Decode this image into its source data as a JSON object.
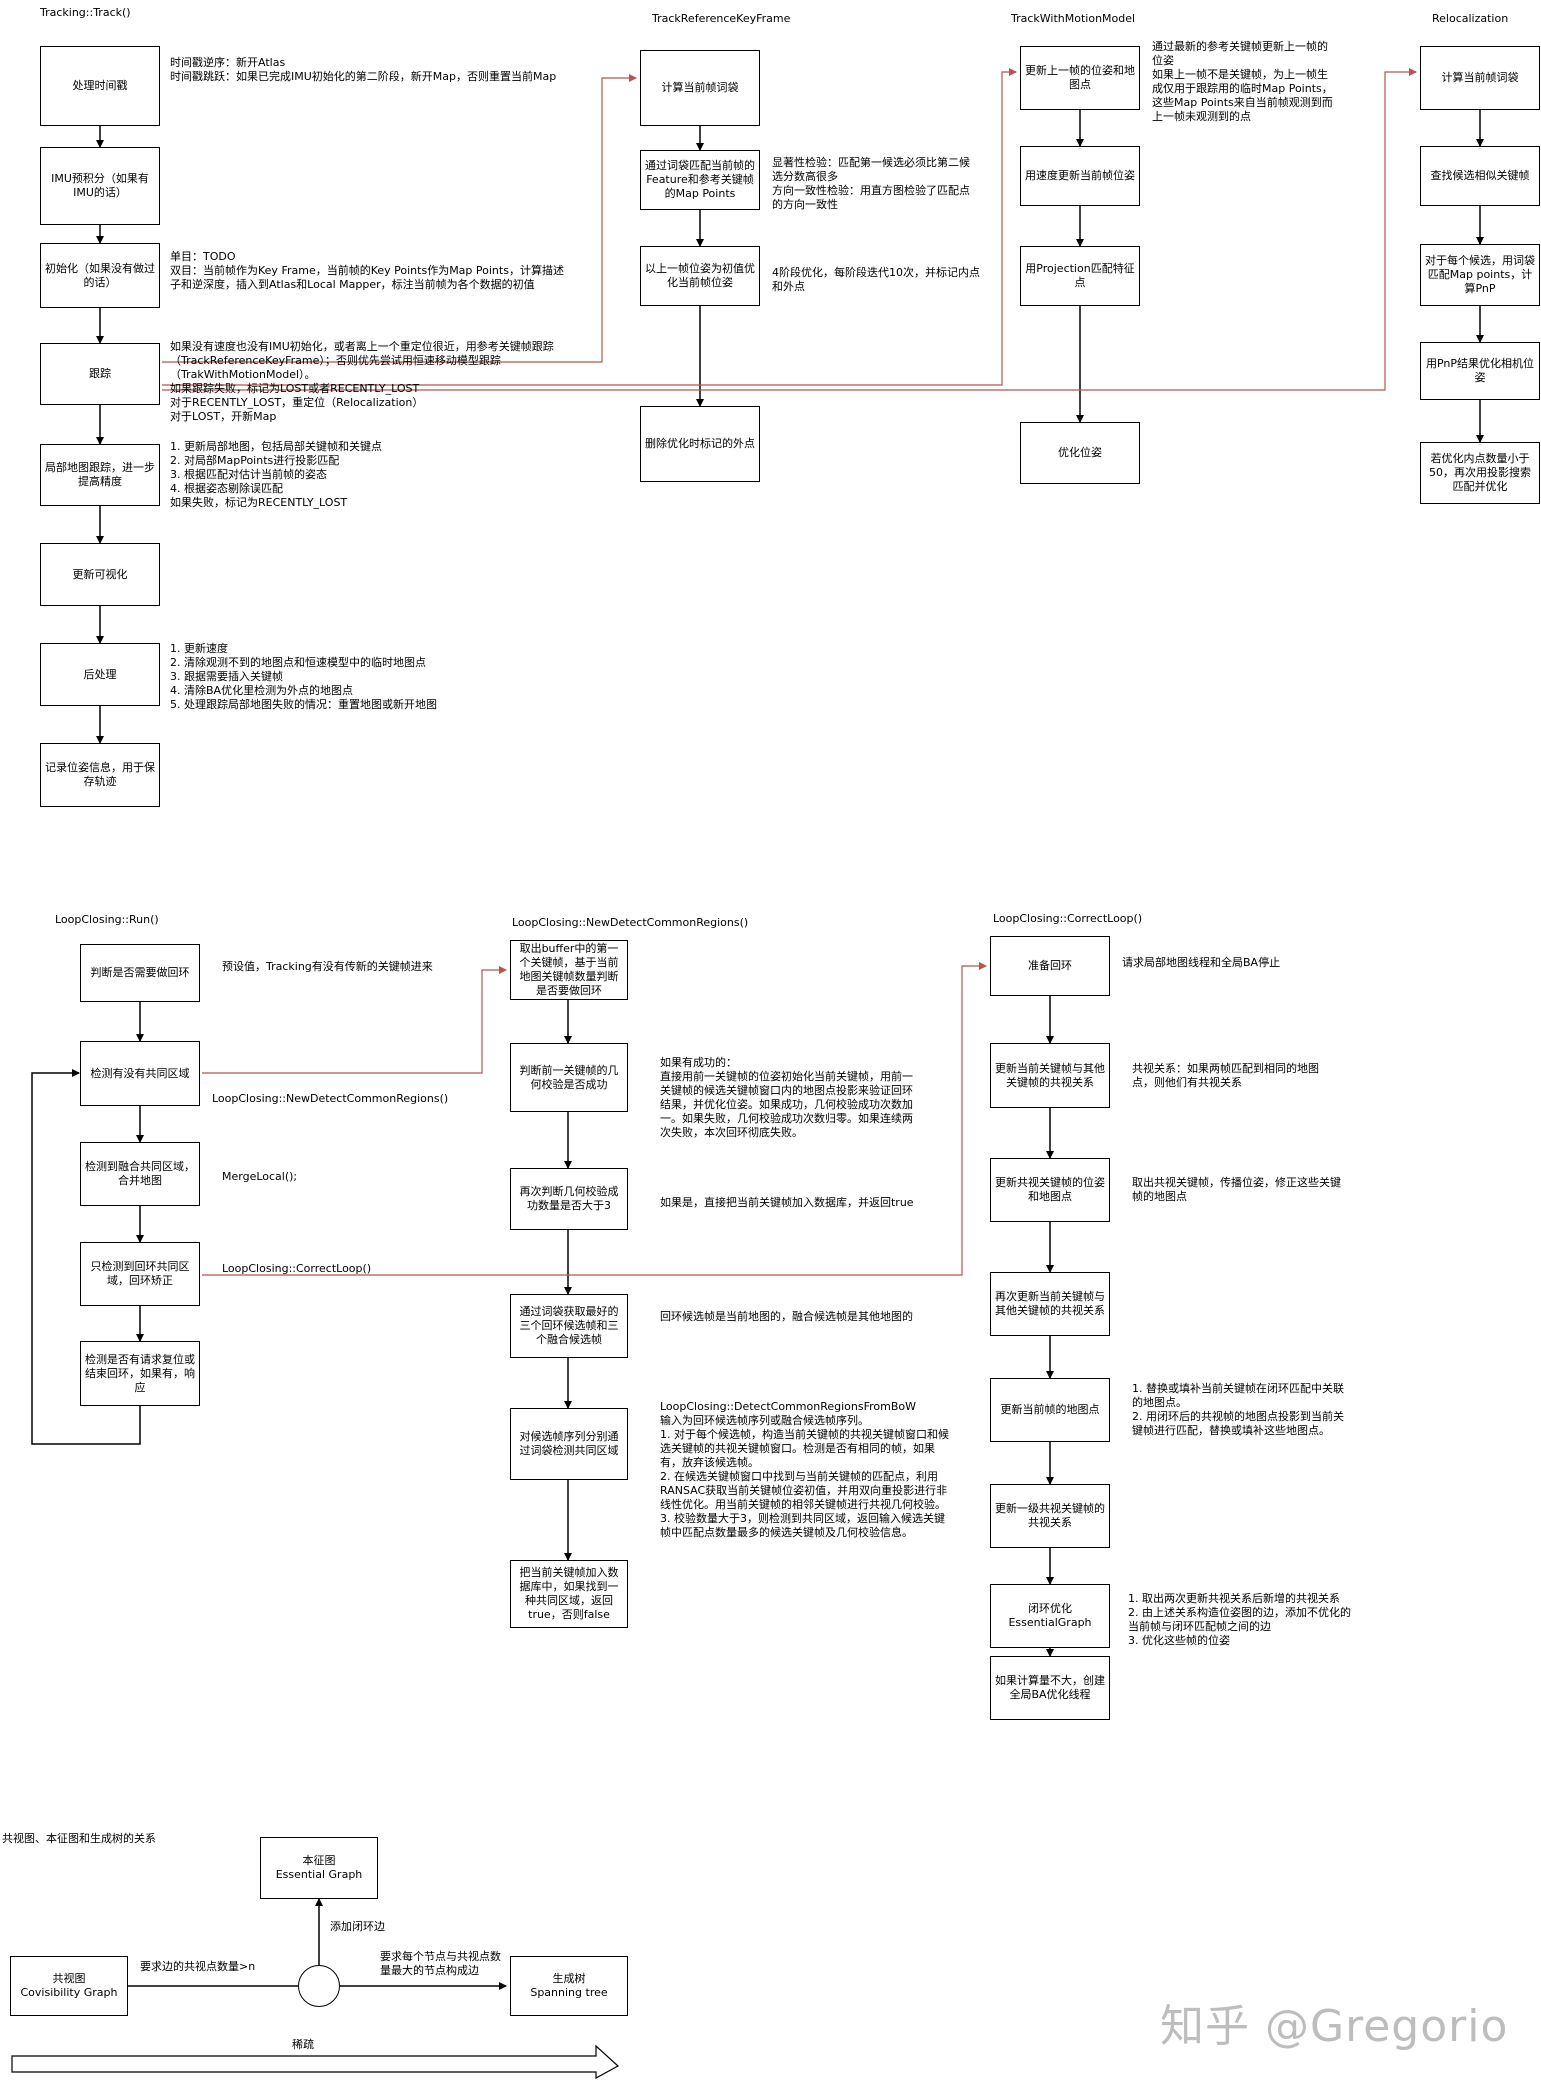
{
  "sections": {
    "tracking": "Tracking::Track()",
    "track_ref_kf": "TrackReferenceKeyFrame",
    "track_motion": "TrackWithMotionModel",
    "relocalization": "Relocalization",
    "loop_run": "LoopClosing::Run()",
    "loop_detect": "LoopClosing::NewDetectCommonRegions()",
    "loop_correct": "LoopClosing::CorrectLoop()",
    "graph_rel": "共视图、本征图和生成树的关系"
  },
  "tracking": {
    "boxes": [
      "处理时间戳",
      "IMU预积分（如果有IMU的话）",
      "初始化（如果没有做过的话）",
      "跟踪",
      "局部地图跟踪，进一步提高精度",
      "更新可视化",
      "后处理",
      "记录位姿信息，用于保存轨迹"
    ],
    "notes": {
      "timestamp": "时间戳逆序：新开Atlas\n时间戳跳跃：如果已完成IMU初始化的第二阶段，新开Map，否则重置当前Map",
      "init": "单目：TODO\n双目：当前帧作为Key Frame，当前帧的Key Points作为Map Points，计算描述子和逆深度，插入到Atlas和Local Mapper，标注当前帧为各个数据的初值",
      "track": "如果没有速度也没有IMU初始化，或者离上一个重定位很近，用参考关键帧跟踪（TrackReferenceKeyFrame）；否则优先尝试用恒速移动模型跟踪（TrakWithMotionModel）。\n如果跟踪失败，标记为LOST或者RECENTLY_LOST\n对于RECENTLY_LOST，重定位（Relocalization）\n对于LOST，开新Map",
      "local_map": "1. 更新局部地图，包括局部关键帧和关键点\n2. 对局部MapPoints进行投影匹配\n3. 根据匹配对估计当前帧的姿态\n4. 根据姿态剔除误匹配\n如果失败，标记为RECENTLY_LOST",
      "post": "1. 更新速度\n2. 清除观测不到的地图点和恒速模型中的临时地图点\n3. 跟据需要插入关键帧\n4. 清除BA优化里检测为外点的地图点\n5. 处理跟踪局部地图失败的情况：重置地图或新开地图"
    }
  },
  "track_ref_kf": {
    "boxes": [
      "计算当前帧词袋",
      "通过词袋匹配当前帧的Feature和参考关键帧的Map Points",
      "以上一帧位姿为初值优化当前帧位姿",
      "删除优化时标记的外点"
    ],
    "notes": {
      "match": "显著性检验：匹配第一候选必须比第二候选分数高很多\n方向一致性检验：用直方图检验了匹配点的方向一致性",
      "optimize": "4阶段优化，每阶段迭代10次，并标记内点和外点"
    }
  },
  "track_motion": {
    "boxes": [
      "更新上一帧的位姿和地图点",
      "用速度更新当前帧位姿",
      "用Projection匹配特征点",
      "优化位姿"
    ],
    "notes": {
      "update": "通过最新的参考关键帧更新上一帧的位姿\n如果上一帧不是关键帧，为上一帧生成仅用于跟踪用的临时Map Points，这些Map Points来自当前帧观测到而上一帧未观测到的点"
    }
  },
  "relocalization": {
    "boxes": [
      "计算当前帧词袋",
      "查找候选相似关键帧",
      "对于每个候选，用词袋匹配Map points，计算PnP",
      "用PnP结果优化相机位姿",
      "若优化内点数量小于50，再次用投影搜索匹配并优化"
    ]
  },
  "loop_run": {
    "boxes": [
      "判断是否需要做回环",
      "检测有没有共同区域",
      "检测到融合共同区域，合并地图",
      "只检测到回环共同区域，回环矫正",
      "检测是否有请求复位或结束回环，如果有，响应"
    ],
    "notes": {
      "need": "预设值，Tracking有没有传新的关键帧进来",
      "detect": "LoopClosing::NewDetectCommonRegions()",
      "merge": "MergeLocal();",
      "correct": "LoopClosing::CorrectLoop()"
    }
  },
  "loop_detect": {
    "boxes": [
      "取出buffer中的第一个关键帧，基于当前地图关键帧数量判断是否要做回环",
      "判断前一关键帧的几何校验是否成功",
      "再次判断几何校验成功数量是否大于3",
      "通过词袋获取最好的三个回环候选帧和三个融合候选帧",
      "对候选帧序列分别通过词袋检测共同区域",
      "把当前关键帧加入数据库中，如果找到一种共同区域，返回true，否则false"
    ],
    "notes": {
      "prev": "如果有成功的：\n直接用前一关键帧的位姿初始化当前关键帧，用前一关键帧的候选关键帧窗口内的地图点投影来验证回环结果，并优化位姿。如果成功，几何校验成功次数加一。如果失败，几何校验成功次数归零。如果连续两次失败，本次回环彻底失败。",
      "again": "如果是，直接把当前关键帧加入数据库，并返回true",
      "candidates": "回环候选帧是当前地图的，融合候选帧是其他地图的",
      "bow": "LoopClosing::DetectCommonRegionsFromBoW\n输入为回环候选帧序列或融合候选帧序列。\n1. 对于每个候选帧，构造当前关键帧的共视关键帧窗口和候选关键帧的共视关键帧窗口。检测是否有相同的帧，如果有，放弃该候选帧。\n2. 在候选关键帧窗口中找到与当前关键帧的匹配点，利用RANSAC获取当前关键帧位姿初值，并用双向重投影进行非线性优化。用当前关键帧的相邻关键帧进行共视几何校验。\n3. 校验数量大于3，则检测到共同区域，返回输入候选关键帧中匹配点数量最多的候选关键帧及几何校验信息。"
    }
  },
  "loop_correct": {
    "boxes": [
      "准备回环",
      "更新当前关键帧与其他关键帧的共视关系",
      "更新共视关键帧的位姿和地图点",
      "再次更新当前关键帧与其他关键帧的共视关系",
      "更新当前帧的地图点",
      "更新一级共视关键帧的共视关系",
      "闭环优化\nEssentialGraph",
      "如果计算量不大，创建全局BA优化线程"
    ],
    "notes": {
      "prepare": "请求局部地图线程和全局BA停止",
      "covis": "共视关系：如果两帧匹配到相同的地图点，则他们有共视关系",
      "update_pose": "取出共视关键帧，传播位姿，修正这些关键帧的地图点",
      "update_mp": "1. 替换或填补当前关键帧在闭环匹配中关联的地图点。\n2. 用闭环后的共视帧的地图点投影到当前关键帧进行匹配，替换或填补这些地图点。",
      "essential": "1. 取出两次更新共视关系后新增的共视关系\n2. 由上述关系构造位姿图的边，添加不优化的当前帧与闭环匹配帧之间的边\n3. 优化这些帧的位姿"
    }
  },
  "graph": {
    "essential": "本征图\nEssential Graph",
    "covisibility": "共视图\nCovisibility Graph",
    "spanning": "生成树\nSpanning tree",
    "edge_add_loop": "添加闭环边",
    "edge_covis": "要求边的共视点数量>n",
    "edge_spanning": "要求每个节点与共视点数量最大的节点构成边",
    "sparse": "稀疏"
  },
  "watermark": "知乎 @Gregorio"
}
